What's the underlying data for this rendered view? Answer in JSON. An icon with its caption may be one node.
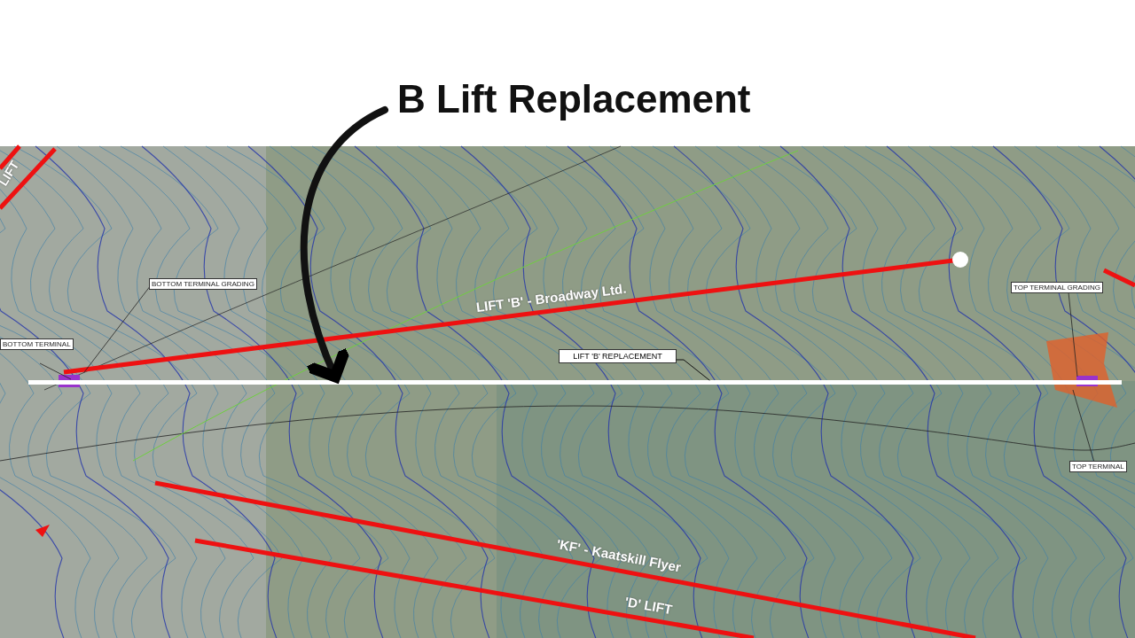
{
  "diagram": {
    "nodes": [
      {
        "text": [
          "B Lift Replacement"
        ]
      },
      {
        "text": [],
        "shape": "bar"
      },
      {
        "text": [
          "LIFT 'B' REPLACEMENT"
        ]
      }
    ],
    "edges": [
      {
        "from": 0,
        "to": 1,
        "arrow": "to",
        "style": "thick"
      },
      {
        "from": 2,
        "to": 1,
        "arrow": "none"
      }
    ],
    "labels": [
      "LIFT",
      "LIFT 'B' - Broadway Ltd.",
      "BOTTOM TERMINAL GRADING",
      "BOTTOM TERMINAL",
      "TOP TERMINAL GRADING",
      "TOP TERMINAL",
      "'KF' - Kaatskill Flyer",
      "'D' LIFT"
    ]
  }
}
